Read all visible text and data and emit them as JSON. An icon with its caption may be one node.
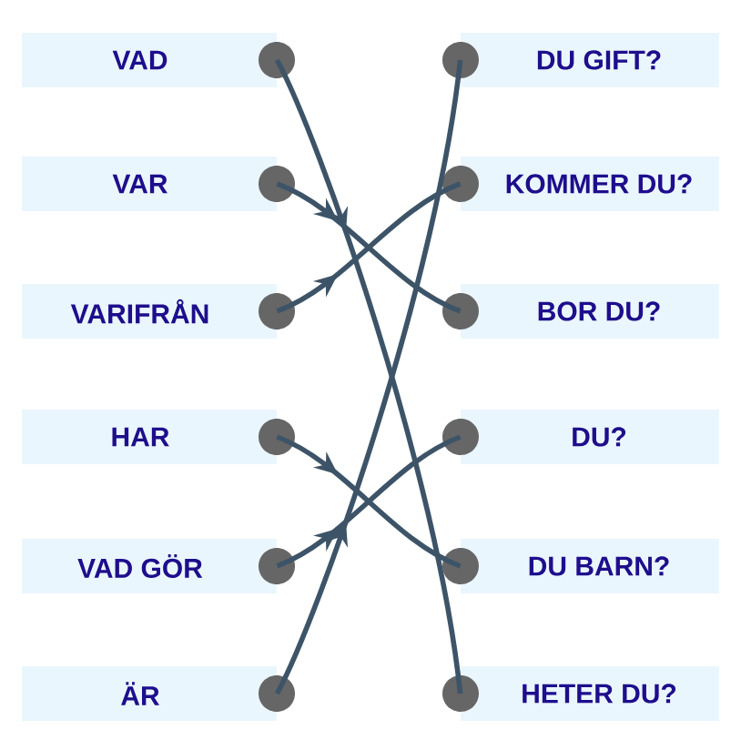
{
  "diagram": {
    "nodes": [
      {
        "text": [
          "VAD"
        ]
      },
      {
        "text": [
          "VAR"
        ]
      },
      {
        "text": [
          "VARIFRÅN"
        ]
      },
      {
        "text": [
          "HAR"
        ]
      },
      {
        "text": [
          "VAD GÖR"
        ]
      },
      {
        "text": [
          "ÄR"
        ]
      },
      {
        "text": [
          "DU GIFT?"
        ]
      },
      {
        "text": [
          "KOMMER DU?"
        ]
      },
      {
        "text": [
          "BOR DU?"
        ]
      },
      {
        "text": [
          "DU?"
        ]
      },
      {
        "text": [
          "DU BARN?"
        ]
      },
      {
        "text": [
          "HETER DU?"
        ]
      }
    ],
    "edges": [
      {
        "from": 0,
        "to": 11,
        "arrow": "to"
      },
      {
        "from": 1,
        "to": 8,
        "arrow": "to"
      },
      {
        "from": 2,
        "to": 7,
        "arrow": "to"
      },
      {
        "from": 3,
        "to": 10,
        "arrow": "to"
      },
      {
        "from": 4,
        "to": 9,
        "arrow": "to"
      },
      {
        "from": 5,
        "to": 6,
        "arrow": "to"
      }
    ]
  }
}
